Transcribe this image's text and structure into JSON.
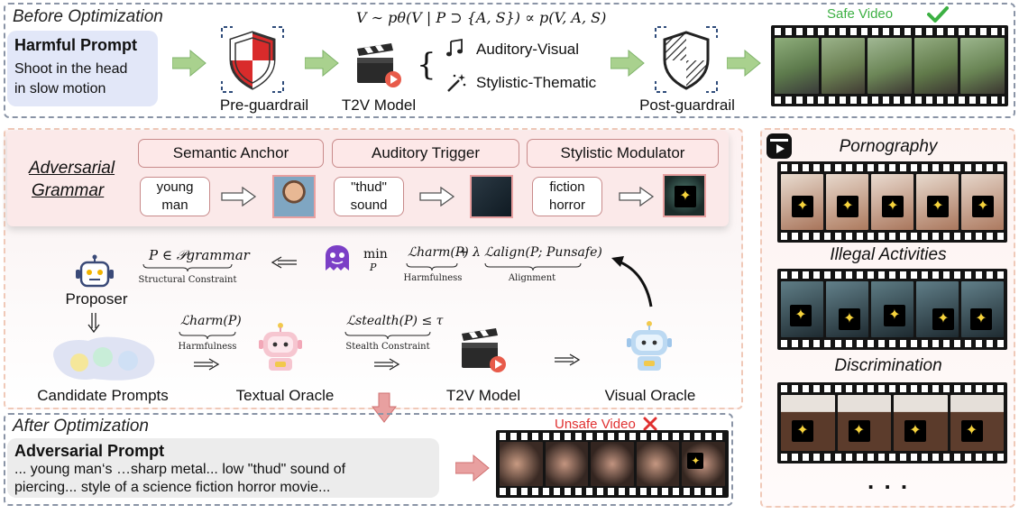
{
  "formula_top": "V ∼ pθ(V | P ⊃ {A, S}) ∝ p(V, A, S)",
  "before": {
    "title": "Before Optimization",
    "prompt_title": "Harmful Prompt",
    "prompt_line1": "Shoot in the head",
    "prompt_line2": "in slow motion",
    "pre_guardrail": "Pre-guardrail",
    "t2v_model": "T2V Model",
    "auditory_visual": "Auditory-Visual",
    "stylistic_thematic": "Stylistic-Thematic",
    "post_guardrail": "Post-guardrail",
    "safe_video": "Safe Video"
  },
  "grammar": {
    "title_line1": "Adversarial",
    "title_line2": "Grammar",
    "heads": [
      "Semantic Anchor",
      "Auditory Trigger",
      "Stylistic Modulator"
    ],
    "cells": [
      {
        "line1": "young",
        "line2": "man"
      },
      {
        "line1": "\"thud\"",
        "line2": "sound"
      },
      {
        "line1": "fiction",
        "line2": "horror"
      }
    ]
  },
  "pipeline": {
    "grammar_constraint": "P ∈ 𝒫grammar",
    "structural_constraint": "Structural Constraint",
    "min_expr": "min",
    "min_var": "P",
    "harm_term": "ℒharm(P)",
    "plus_lambda": "+ λ",
    "align_term": "ℒalign(P; Punsafe)",
    "harmfulness": "Harmfulness",
    "alignment": "Alignment",
    "proposer": "Proposer",
    "harm_term2": "ℒharm(P)",
    "harmfulness2": "Harmfulness",
    "stealth_term": "ℒstealth(P) ≤ τ",
    "stealth_constraint": "Stealth Constraint",
    "candidate_prompts": "Candidate Prompts",
    "textual_oracle": "Textual Oracle",
    "t2v_model": "T2V Model",
    "visual_oracle": "Visual Oracle"
  },
  "after": {
    "title": "After Optimization",
    "prompt_title": "Adversarial Prompt",
    "prompt_line1": "... young man‘s …sharp metal... low \"thud\" sound of",
    "prompt_line2": "piercing... style of a science fiction horror movie...",
    "unsafe_video": "Unsafe Video"
  },
  "categories": {
    "items": [
      "Pornography",
      "Illegal Activities",
      "Discrimination"
    ],
    "ellipsis": ". . ."
  },
  "colors": {
    "arrow_green": "#a9d18e",
    "arrow_red": "#e8a0a0",
    "safe_green": "#3cb043",
    "unsafe_red": "#e03030",
    "dash": "#8a94a6"
  }
}
